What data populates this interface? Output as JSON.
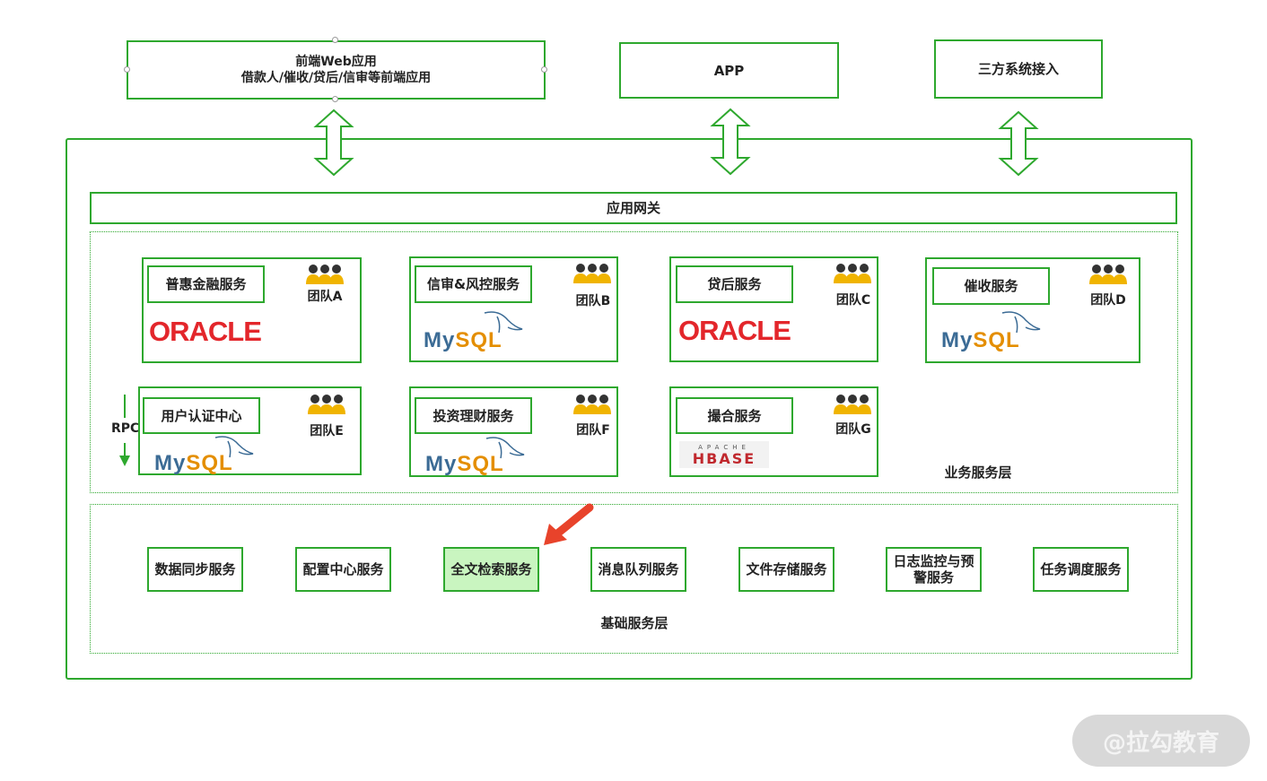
{
  "clients": [
    {
      "line1": "前端Web应用",
      "line2": "借款人/催收/贷后/信审等前端应用"
    },
    {
      "line1": "APP"
    },
    {
      "line1": "三方系统接入"
    }
  ],
  "gateway": "应用网关",
  "business_layer_label": "业务服务层",
  "rpc_label": "RPC",
  "services": [
    {
      "name": "普惠金融服务",
      "team": "团队A",
      "db": "ORACLE"
    },
    {
      "name": "信审&风控服务",
      "team": "团队B",
      "db": "MySQL"
    },
    {
      "name": "贷后服务",
      "team": "团队C",
      "db": "ORACLE"
    },
    {
      "name": "催收服务",
      "team": "团队D",
      "db": "MySQL"
    },
    {
      "name": "用户认证中心",
      "team": "团队E",
      "db": "MySQL"
    },
    {
      "name": "投资理财服务",
      "team": "团队F",
      "db": "MySQL"
    },
    {
      "name": "撮合服务",
      "team": "团队G",
      "db": "HBASE",
      "db_sub": "APACHE"
    }
  ],
  "base_layer_label": "基础服务层",
  "base_services": [
    {
      "name": "数据同步服务"
    },
    {
      "name": "配置中心服务"
    },
    {
      "name": "全文检索服务",
      "highlighted": true
    },
    {
      "name": "消息队列服务"
    },
    {
      "name": "文件存储服务"
    },
    {
      "name": "日志监控与预警服务",
      "line1": "日志监控与预",
      "line2": "警服务"
    },
    {
      "name": "任务调度服务"
    }
  ],
  "watermark": "@拉勾教育",
  "colors": {
    "border": "#2ea82e",
    "highlight": "#c9f5c0",
    "arrow_red": "#e8432b",
    "oracle": "#e3262b",
    "mysql_blue": "#3b6b95",
    "mysql_orange": "#e48e00",
    "team_icon": "#f0b400"
  }
}
